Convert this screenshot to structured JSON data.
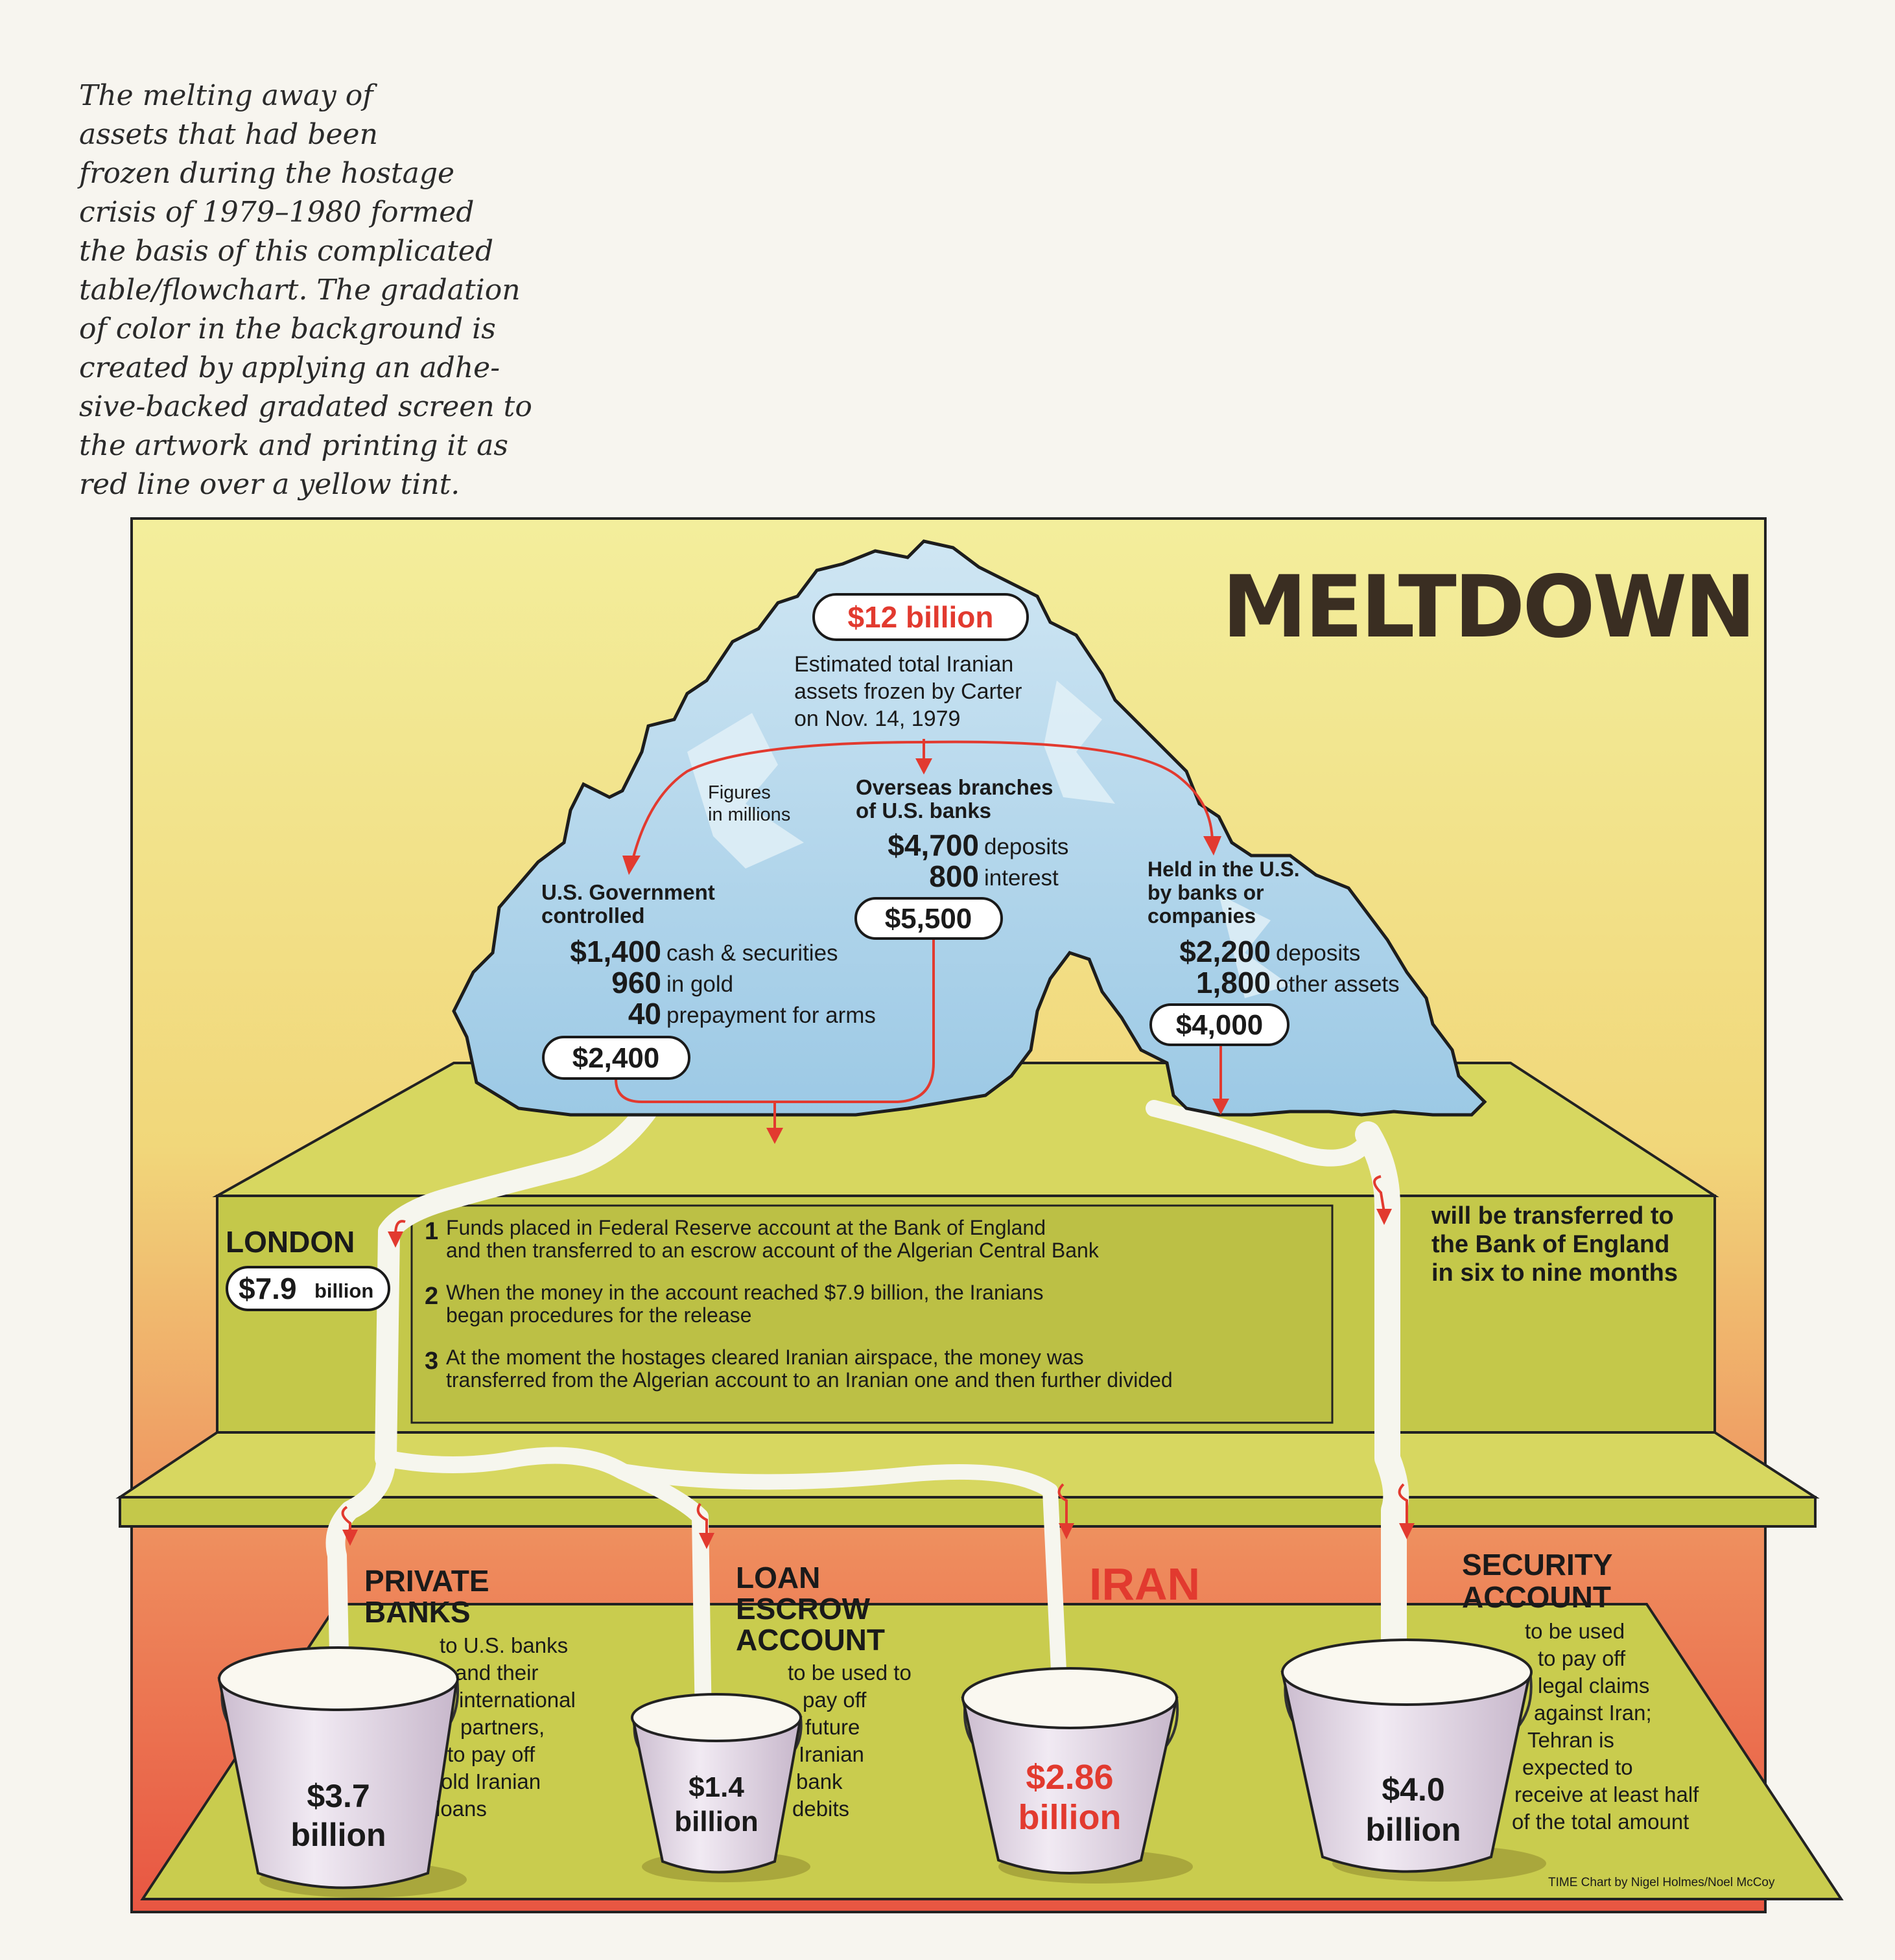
{
  "caption": {
    "lines": [
      "The melting away of",
      "assets that had been",
      "frozen during the hostage",
      "crisis of 1979–1980 formed",
      "the basis of this complicated",
      "table/flowchart. The gradation",
      "of color in the background is",
      "created by applying an adhe-",
      "sive-backed gradated screen to",
      "the artwork and printing it as",
      "red line over a yellow tint."
    ]
  },
  "title": "MELTDOWN",
  "total": {
    "amount": "$12 billion",
    "desc": [
      "Estimated total Iranian",
      "assets frozen by Carter",
      "on Nov. 14, 1979"
    ]
  },
  "units_note": [
    "Figures",
    "in millions"
  ],
  "groups": {
    "gov": {
      "heading": [
        "U.S. Government",
        "controlled"
      ],
      "rows": [
        {
          "value": "$1,400",
          "label": "cash & securities"
        },
        {
          "value": "960",
          "label": "in gold"
        },
        {
          "value": "40",
          "label": "prepayment for arms"
        }
      ],
      "total": "$2,400"
    },
    "overseas": {
      "heading": [
        "Overseas branches",
        "of U.S. banks"
      ],
      "rows": [
        {
          "value": "$4,700",
          "label": "deposits"
        },
        {
          "value": "800",
          "label": "interest"
        }
      ],
      "total": "$5,500"
    },
    "held": {
      "heading": [
        "Held in the U.S.",
        "by banks or",
        "companies"
      ],
      "rows": [
        {
          "value": "$2,200",
          "label": "deposits"
        },
        {
          "value": "1,800",
          "label": "other assets"
        }
      ],
      "total": "$4,000"
    }
  },
  "london": {
    "label": "LONDON",
    "amount": "$7.9",
    "amount_unit": "billion",
    "steps": [
      {
        "num": "1",
        "lines": [
          "Funds placed in Federal Reserve account at the Bank of England",
          "and then transferred to an escrow account of the Algerian Central Bank"
        ]
      },
      {
        "num": "2",
        "lines": [
          "When the money in the account reached $7.9 billion, the Iranians",
          "began procedures for the release"
        ]
      },
      {
        "num": "3",
        "lines": [
          "At the moment the hostages cleared Iranian airspace, the money was",
          "transferred from the Algerian account to an Iranian one and then further divided"
        ]
      }
    ],
    "transfer_note": [
      "will be transferred to",
      "the Bank of England",
      "in six to nine months"
    ]
  },
  "iran_label": "IRAN",
  "buckets": [
    {
      "heading": [
        "PRIVATE",
        "BANKS"
      ],
      "desc": [
        "to U.S. banks",
        "and their",
        "international",
        "partners,",
        "to pay off",
        "old Iranian",
        "loans"
      ],
      "amount": "$3.7",
      "unit": "billion",
      "amount_color": "#1a1a1a"
    },
    {
      "heading": [
        "LOAN",
        "ESCROW",
        "ACCOUNT"
      ],
      "desc": [
        "to be used to",
        "pay off",
        "future",
        "Iranian",
        "bank",
        "debits"
      ],
      "amount": "$1.4",
      "unit": "billion",
      "amount_color": "#1a1a1a"
    },
    {
      "heading": [],
      "desc": [],
      "amount": "$2.86",
      "unit": "billion",
      "amount_color": "#e23a2f"
    },
    {
      "heading": [
        "SECURITY",
        "ACCOUNT"
      ],
      "desc": [
        "to be used",
        "to pay off",
        "legal claims",
        "against Iran;",
        "Tehran is",
        "expected to",
        "receive at least half",
        "of the total amount"
      ],
      "amount": "$4.0",
      "unit": "billion",
      "amount_color": "#1a1a1a"
    }
  ],
  "credit": "TIME Chart by Nigel Holmes/Noel McCoy",
  "colors": {
    "accent_red": "#e23a2f",
    "shelf_green": "#c4c84a",
    "ice_blue": "#aed4ea",
    "text_dark": "#1a1a1a"
  }
}
